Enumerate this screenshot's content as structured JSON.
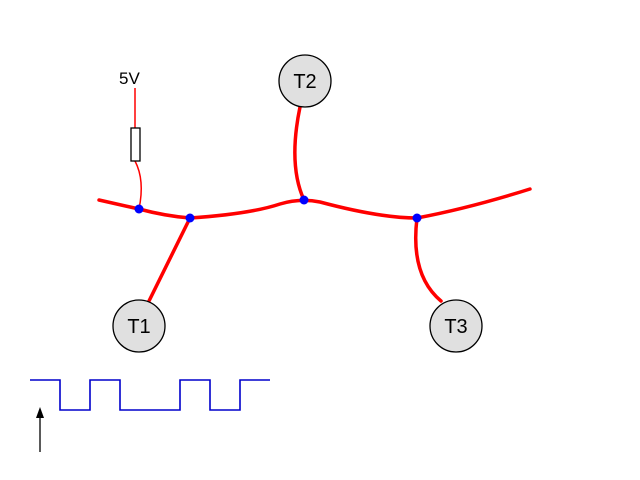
{
  "supply": {
    "label": "5V"
  },
  "nodes": [
    {
      "id": "t1",
      "label": "T1"
    },
    {
      "id": "t2",
      "label": "T2"
    },
    {
      "id": "t3",
      "label": "T3"
    }
  ],
  "colors": {
    "bus": "#ff0000",
    "junction": "#0000ff",
    "node_fill": "#e0e0e0",
    "node_stroke": "#000000",
    "signal": "#0000cc",
    "arrow": "#000000"
  }
}
